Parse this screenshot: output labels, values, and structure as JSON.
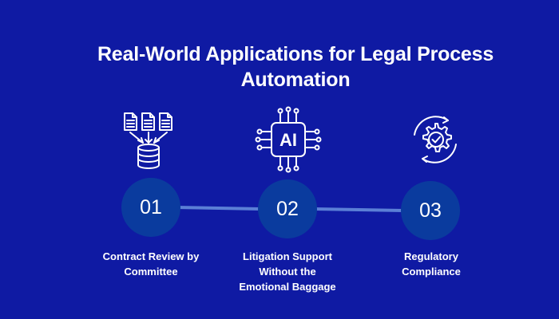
{
  "title": {
    "line1": "Real-World Applications for Legal Process",
    "line2": "Automation"
  },
  "steps": [
    {
      "number": "01",
      "icon": "documents-database-icon",
      "label_lines": [
        "Contract Review by",
        "Committee"
      ]
    },
    {
      "number": "02",
      "icon": "ai-chip-icon",
      "icon_text": "AI",
      "label_lines": [
        "Litigation Support",
        "Without the",
        "Emotional Baggage"
      ]
    },
    {
      "number": "03",
      "icon": "gear-check-cycle-icon",
      "label_lines": [
        "Regulatory",
        "Compliance"
      ]
    }
  ],
  "colors": {
    "background": "#0f1aa3",
    "node": "#0a3b9e",
    "connector": "#5b7fd6",
    "text": "#ffffff"
  }
}
